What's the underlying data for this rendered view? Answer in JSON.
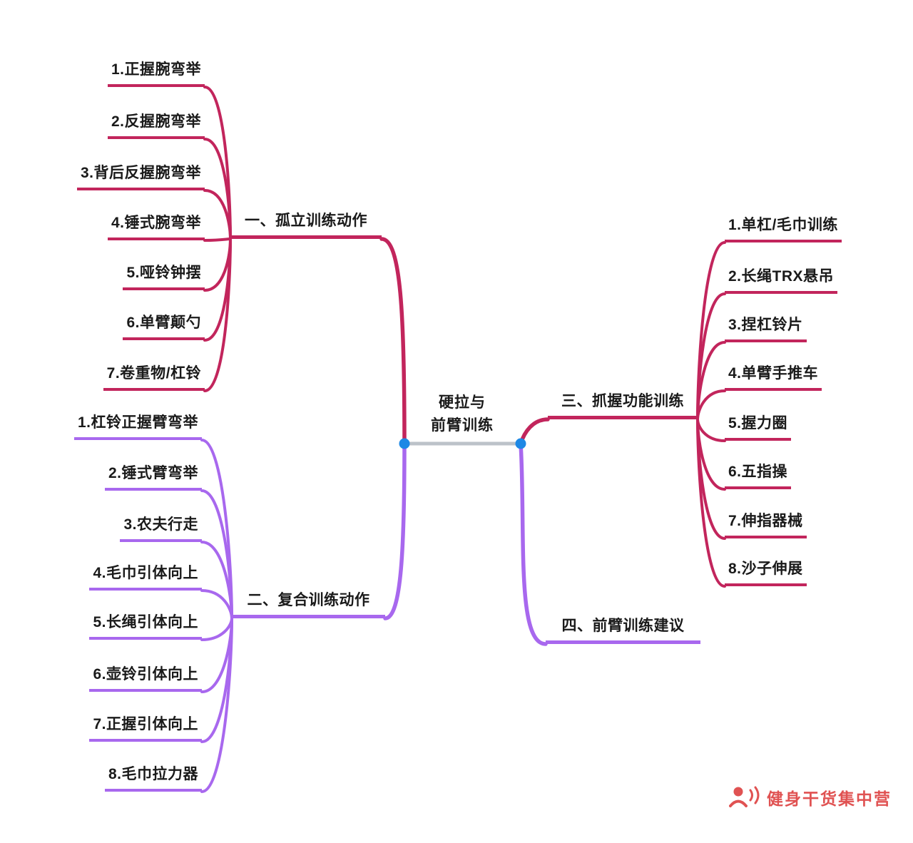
{
  "center": {
    "title_line1": "硬拉与",
    "title_line2": "前臂训练"
  },
  "branches": [
    {
      "label": "一、孤立训练动作",
      "color": "crimson",
      "children": [
        "1.正握腕弯举",
        "2.反握腕弯举",
        "3.背后反握腕弯举",
        "4.锤式腕弯举",
        "5.哑铃钟摆",
        "6.单臂颠勺",
        "7.卷重物/杠铃"
      ]
    },
    {
      "label": "二、复合训练动作",
      "color": "purple",
      "children": [
        "1.杠铃正握臂弯举",
        "2.锤式臂弯举",
        "3.农夫行走",
        "4.毛巾引体向上",
        "5.长绳引体向上",
        "6.壶铃引体向上",
        "7.正握引体向上",
        "8.毛巾拉力器"
      ]
    },
    {
      "label": "三、抓握功能训练",
      "color": "crimson",
      "children": [
        "1.单杠/毛巾训练",
        "2.长绳TRX悬吊",
        "3.捏杠铃片",
        "4.单臂手推车",
        "5.握力圈",
        "6.五指操",
        "7.伸指器械",
        "8.沙子伸展"
      ]
    },
    {
      "label": "四、前臂训练建议",
      "color": "purple",
      "children": []
    }
  ],
  "watermark": {
    "text": "健身干货集中营"
  },
  "colors": {
    "crimson": "#C2255C",
    "purple": "#A868EE",
    "blue": "#1E88E5",
    "gray": "#BCC2C9",
    "watermark": "#E05252"
  }
}
